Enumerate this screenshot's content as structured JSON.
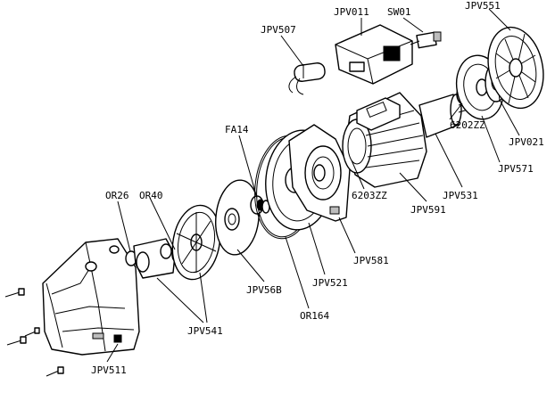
{
  "labels": {
    "jpv011": "JPV011",
    "sw01": "SW01",
    "jpv551": "JPV551",
    "jpv507": "JPV507",
    "fa14": "FA14",
    "jpv021": "JPV021",
    "c6202zz": "6202ZZ",
    "jpv571": "JPV571",
    "jpv531": "JPV531",
    "c6203zz": "6203ZZ",
    "jpv591": "JPV591",
    "or26": "OR26",
    "or40": "OR40",
    "jpv581": "JPV581",
    "jpv521": "JPV521",
    "jpv56b": "JPV56B",
    "or164": "OR164",
    "jpv541": "JPV541",
    "jpv511": "JPV511"
  }
}
